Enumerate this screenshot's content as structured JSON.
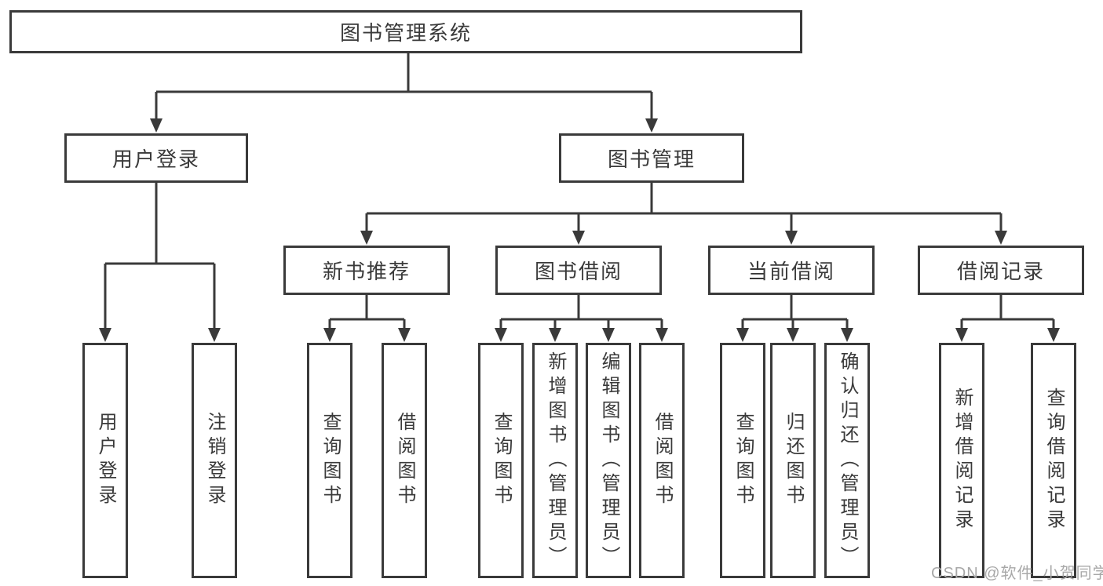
{
  "diagram": {
    "title": "图书管理系统",
    "nodes": {
      "root": "图书管理系统",
      "user_login": "用户登录",
      "book_management": "图书管理",
      "new_book_recommend": "新书推荐",
      "book_borrowing": "图书借阅",
      "current_borrowing": "当前借阅",
      "borrowing_records": "借阅记录",
      "leaf_login": "用户登录",
      "leaf_logout": "注销登录",
      "leaf_nbr_query_books": "查询图书",
      "leaf_nbr_borrow_books": "借阅图书",
      "leaf_bb_query_books": "查询图书",
      "leaf_bb_add_books_admin": "新增图书（管理员）",
      "leaf_bb_edit_books_admin": "编辑图书（管理员）",
      "leaf_bb_borrow_books": "借阅图书",
      "leaf_cb_query_books": "查询图书",
      "leaf_cb_return_books": "归还图书",
      "leaf_cb_confirm_return_admin": "确认归还（管理员）",
      "leaf_br_add_record": "新增借阅记录",
      "leaf_br_query_record": "查询借阅记录"
    },
    "hierarchy": {
      "图书管理系统": {
        "用户登录": [
          "用户登录",
          "注销登录"
        ],
        "图书管理": {
          "新书推荐": [
            "查询图书",
            "借阅图书"
          ],
          "图书借阅": [
            "查询图书",
            "新增图书（管理员）",
            "编辑图书（管理员）",
            "借阅图书"
          ],
          "当前借阅": [
            "查询图书",
            "归还图书",
            "确认归还（管理员）"
          ],
          "借阅记录": [
            "新增借阅记录",
            "查询借阅记录"
          ]
        }
      }
    },
    "colors": {
      "line": "#3a3a3a",
      "box_border": "#3a3a3a",
      "text": "#3a3a3a",
      "background": "#ffffff",
      "watermark": "#a8a8a8"
    }
  },
  "watermark": {
    "text": "CSDN @软件_小贺同学"
  }
}
